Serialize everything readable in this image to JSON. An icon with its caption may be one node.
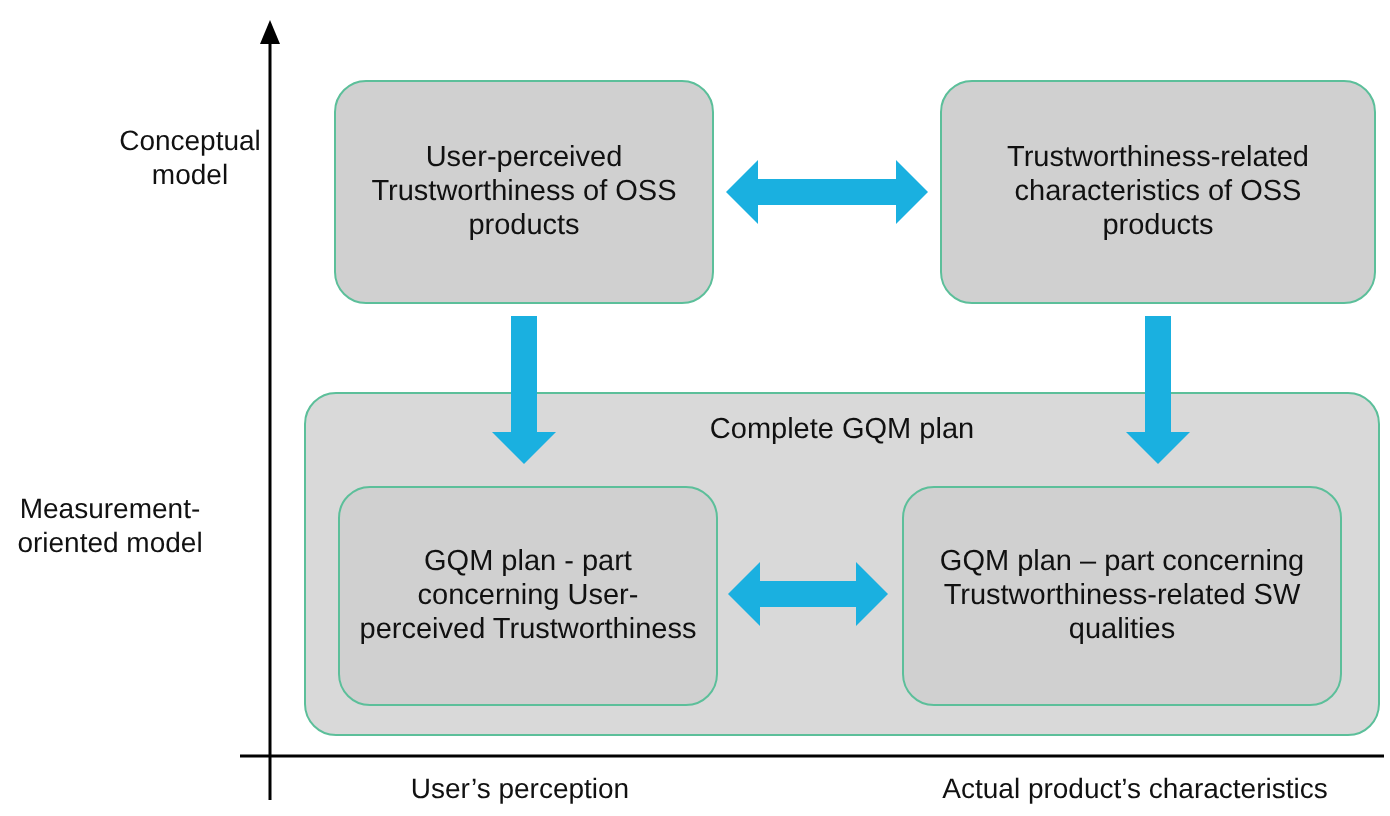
{
  "diagram": {
    "nodes": [
      {
        "text": [
          "User-perceived Trustworthiness of OSS products"
        ]
      },
      {
        "text": [
          "Trustworthiness-related characteristics of OSS products"
        ]
      },
      {
        "text": [
          "Complete GQM plan"
        ]
      },
      {
        "text": [
          "GQM plan - part concerning User-perceived Trustworthiness"
        ],
        "in": 2
      },
      {
        "text": [
          "GQM plan – part concerning Trustworthiness-related SW qualities"
        ],
        "in": 2
      }
    ],
    "edges": [
      {
        "from": 0,
        "to": 1,
        "arrow": "both"
      },
      {
        "from": 0,
        "to": 3,
        "arrow": "to"
      },
      {
        "from": 1,
        "to": 4,
        "arrow": "to"
      },
      {
        "from": 3,
        "to": 4,
        "arrow": "both"
      }
    ],
    "labels": [
      "Conceptual model",
      "Measurement-oriented model",
      "User’s perception",
      "Actual product’s characteristics"
    ]
  }
}
